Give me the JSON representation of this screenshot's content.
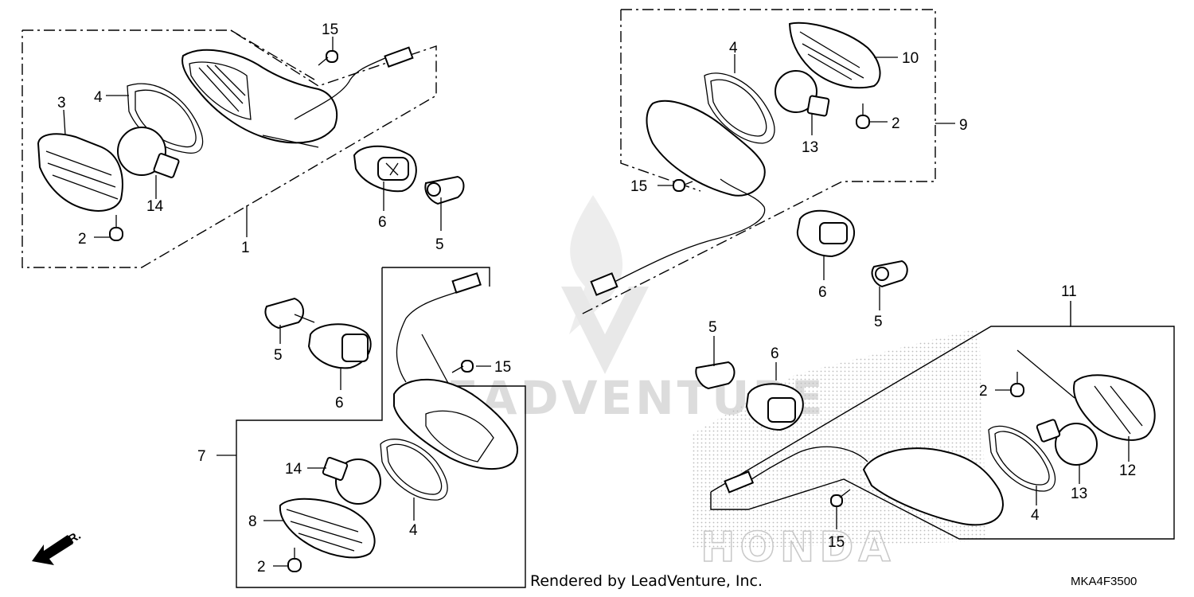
{
  "diagram": {
    "title": "Turn signal lamp assemblies (exploded parts diagram)",
    "callouts": [
      {
        "id": "c1",
        "label": "1"
      },
      {
        "id": "c2a",
        "label": "2"
      },
      {
        "id": "c3",
        "label": "3"
      },
      {
        "id": "c4a",
        "label": "4"
      },
      {
        "id": "c5a",
        "label": "5"
      },
      {
        "id": "c6a",
        "label": "6"
      },
      {
        "id": "c14a",
        "label": "14"
      },
      {
        "id": "c15a",
        "label": "15"
      },
      {
        "id": "c4b",
        "label": "4"
      },
      {
        "id": "c10",
        "label": "10"
      },
      {
        "id": "c2b",
        "label": "2"
      },
      {
        "id": "c9",
        "label": "9"
      },
      {
        "id": "c13a",
        "label": "13"
      },
      {
        "id": "c15b",
        "label": "15"
      },
      {
        "id": "c6b",
        "label": "6"
      },
      {
        "id": "c5b",
        "label": "5"
      },
      {
        "id": "c5c",
        "label": "5"
      },
      {
        "id": "c6c",
        "label": "6"
      },
      {
        "id": "c15c",
        "label": "15"
      },
      {
        "id": "c7",
        "label": "7"
      },
      {
        "id": "c14b",
        "label": "14"
      },
      {
        "id": "c8",
        "label": "8"
      },
      {
        "id": "c4c",
        "label": "4"
      },
      {
        "id": "c2c",
        "label": "2"
      },
      {
        "id": "c11",
        "label": "11"
      },
      {
        "id": "c5d",
        "label": "5"
      },
      {
        "id": "c6d",
        "label": "6"
      },
      {
        "id": "c2d",
        "label": "2"
      },
      {
        "id": "c12",
        "label": "12"
      },
      {
        "id": "c13b",
        "label": "13"
      },
      {
        "id": "c4d",
        "label": "4"
      },
      {
        "id": "c15d",
        "label": "15"
      }
    ],
    "direction_label": "FR.",
    "watermark_text": "LEADVENTURE",
    "brand_watermark": "HONDA"
  },
  "footer": {
    "rendered_by": "Rendered by LeadVenture, Inc.",
    "diagram_code": "MKA4F3500"
  }
}
